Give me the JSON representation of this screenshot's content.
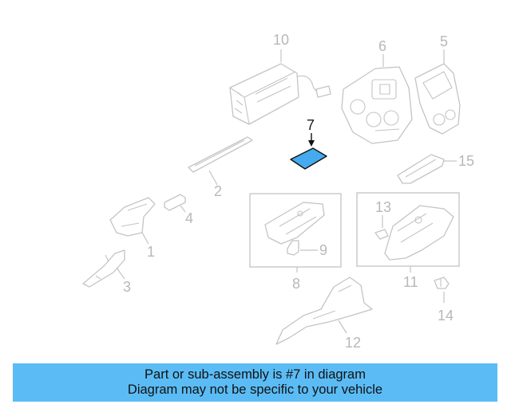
{
  "diagram": {
    "highlighted_part": "7",
    "highlight_color": "#45aaee",
    "callouts": {
      "p1": "1",
      "p2": "2",
      "p3": "3",
      "p4": "4",
      "p5": "5",
      "p6": "6",
      "p7": "7",
      "p8": "8",
      "p9": "9",
      "p10": "10",
      "p11": "11",
      "p12": "12",
      "p13": "13",
      "p14": "14",
      "p15": "15"
    }
  },
  "banner": {
    "line1": "Part or sub-assembly is #7 in diagram",
    "line2": "Diagram may not be specific to your vehicle",
    "color": "#5bbcf5"
  }
}
